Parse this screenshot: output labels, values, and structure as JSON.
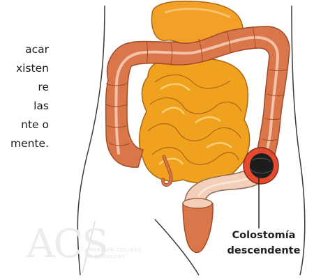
{
  "body_text_lines": [
    "acar",
    "xisten",
    "re",
    "las",
    "nte o",
    "mente."
  ],
  "callout": {
    "line1": "Colostomía",
    "line2": "descendente"
  },
  "logo": {
    "main": "ACS",
    "sub1": "AMERICAN COLLEGE",
    "sub2": "OF SURGEONS"
  },
  "colors": {
    "colon": "#d9764a",
    "colon_dark": "#a24b2a",
    "colon_highlight": "#f3c2a7",
    "small_intestine": "#f0a21e",
    "stomach": "#f2a027",
    "stoma": "#1d1d1d",
    "stoma_ring": "#e34a2f",
    "rectum": "#f2cfb8",
    "rectum_end": "#d9764a",
    "outline": "#3a3a3a"
  }
}
